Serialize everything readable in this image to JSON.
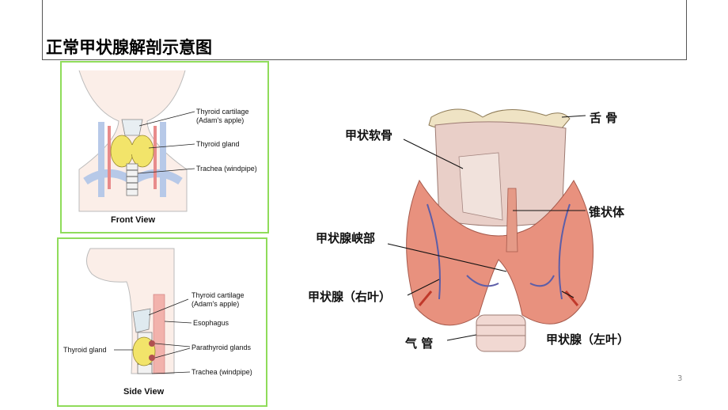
{
  "slide": {
    "title": "正常甲状腺解剖示意图",
    "page_number": "3"
  },
  "front_view": {
    "caption": "Front View",
    "labels": [
      "Thyroid cartilage",
      "(Adam's apple)",
      "Thyroid gland",
      "Trachea (windpipe)"
    ]
  },
  "side_view": {
    "caption": "Side View",
    "labels": [
      "Thyroid cartilage",
      "(Adam's apple)",
      "Esophagus",
      "Thyroid gland",
      "Parathyroid glands",
      "Trachea (windpipe)"
    ]
  },
  "anatomy": {
    "labels": {
      "hyoid": "舌 骨",
      "thyroid_cartilage": "甲状软骨",
      "pyramidal_lobe": "锥状体",
      "isthmus": "甲状腺峡部",
      "right_lobe": "甲状腺（右叶）",
      "trachea": "气 管",
      "left_lobe": "甲状腺（左叶）"
    }
  },
  "colors": {
    "panel_border": "#8fdc5a",
    "gland": "#e8917e"
  }
}
